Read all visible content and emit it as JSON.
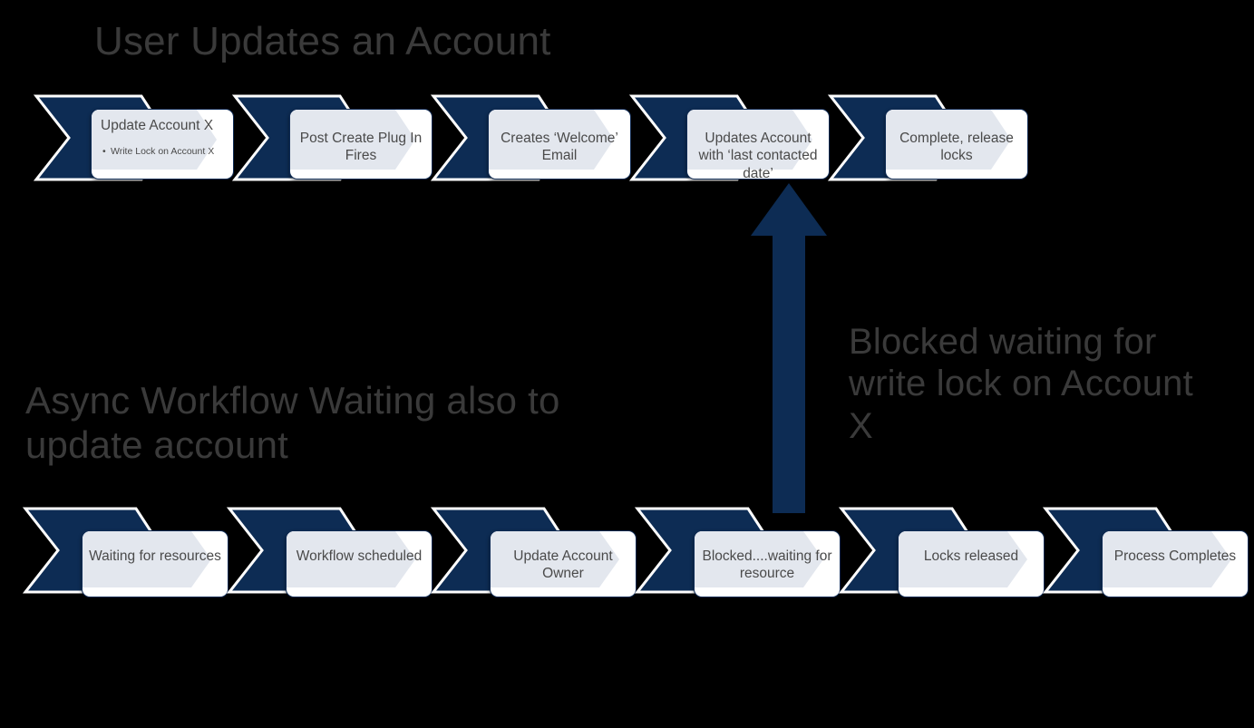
{
  "meta": {
    "background_color": "#000000",
    "accent_navy": "#0d2c54",
    "heading_gray": "#3a3a3a",
    "card_tint": "#e3e7ee",
    "card_white": "#ffffff"
  },
  "headings": {
    "title": "User Updates an Account",
    "async_label": "Async Workflow Waiting also to update account",
    "blocked_annotation": "Blocked waiting for write lock on Account X"
  },
  "arrow": {
    "name": "blocked-waiting-arrow",
    "direction": "up",
    "color": "#0d2c54"
  },
  "top_row": {
    "name": "user-updates-flow",
    "steps": [
      {
        "label": "Update Account X",
        "bullet": "Write  Lock on Account  X",
        "bullet_marker": "•"
      },
      {
        "label": "Post Create Plug In Fires",
        "bullet": null
      },
      {
        "label": "Creates ‘Welcome’ Email",
        "bullet": null
      },
      {
        "label": "Updates Account with ‘last contacted date’",
        "bullet": null
      },
      {
        "label": "Complete, release locks",
        "bullet": null
      }
    ]
  },
  "bottom_row": {
    "name": "async-workflow-flow",
    "steps": [
      {
        "label": "Waiting for resources",
        "bullet": null
      },
      {
        "label": "Workflow scheduled",
        "bullet": null
      },
      {
        "label": "Update Account Owner",
        "bullet": null
      },
      {
        "label": "Blocked....waiting for resource",
        "bullet": null
      },
      {
        "label": "Locks released",
        "bullet": null
      },
      {
        "label": "Process Completes",
        "bullet": null
      }
    ]
  }
}
